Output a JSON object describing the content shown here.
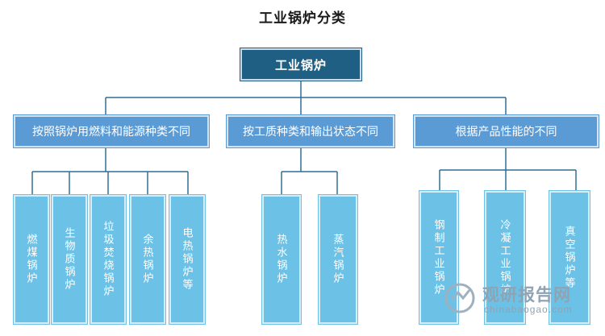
{
  "title": "工业锅炉分类",
  "root": "工业锅炉",
  "categories": [
    {
      "label": "按照锅炉用燃料和能源种类不同",
      "items": [
        "燃煤锅炉",
        "生物质锅炉",
        "垃圾焚烧锅炉",
        "余热锅炉",
        "电热锅炉等"
      ]
    },
    {
      "label": "按工质种类和输出状态不同",
      "items": [
        "热水锅炉",
        "蒸汽锅炉"
      ]
    },
    {
      "label": "根据产品性能的不同",
      "items": [
        "钢制工业锅炉",
        "冷凝工业锅炉",
        "真空锅炉等"
      ]
    }
  ],
  "watermark": {
    "name": "观研报告网",
    "url": "chinabaogao.com"
  },
  "colors": {
    "root": "#1f5f84",
    "category": "#5b9bd5",
    "leaf": "#6cc2e6",
    "line": "#2f6f93"
  }
}
